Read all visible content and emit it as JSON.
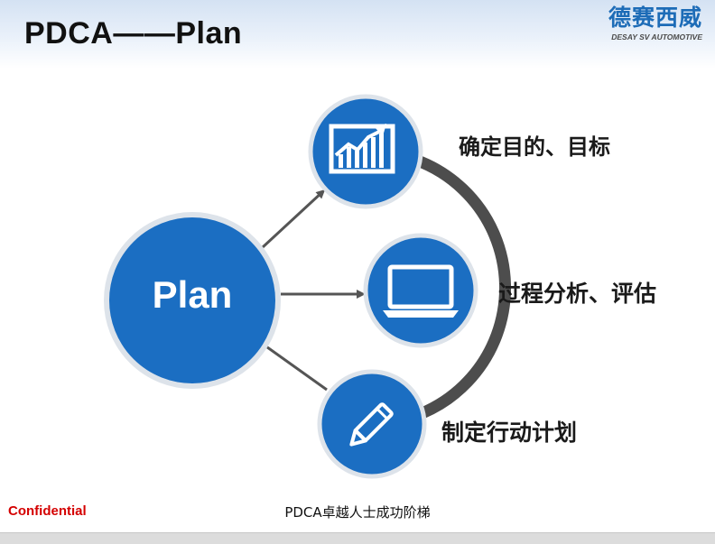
{
  "header": {
    "title": "PDCA——Plan",
    "logo_cn": "德赛西威",
    "logo_en": "DESAY SV AUTOMOTIVE"
  },
  "diagram": {
    "center_label": "Plan",
    "steps": [
      {
        "label": "确定目的、目标",
        "icon": "chart-icon"
      },
      {
        "label": "过程分析、评估",
        "icon": "laptop-icon"
      },
      {
        "label": "制定行动计划",
        "icon": "pencil-icon"
      }
    ],
    "colors": {
      "circle_fill": "#1b6ec2",
      "circle_ring": "#dde3ea",
      "arrow": "#555555",
      "arc": "#4d4d4d"
    }
  },
  "footer": {
    "confidential": "Confidential",
    "center_text": "PDCA卓越人士成功阶梯"
  }
}
